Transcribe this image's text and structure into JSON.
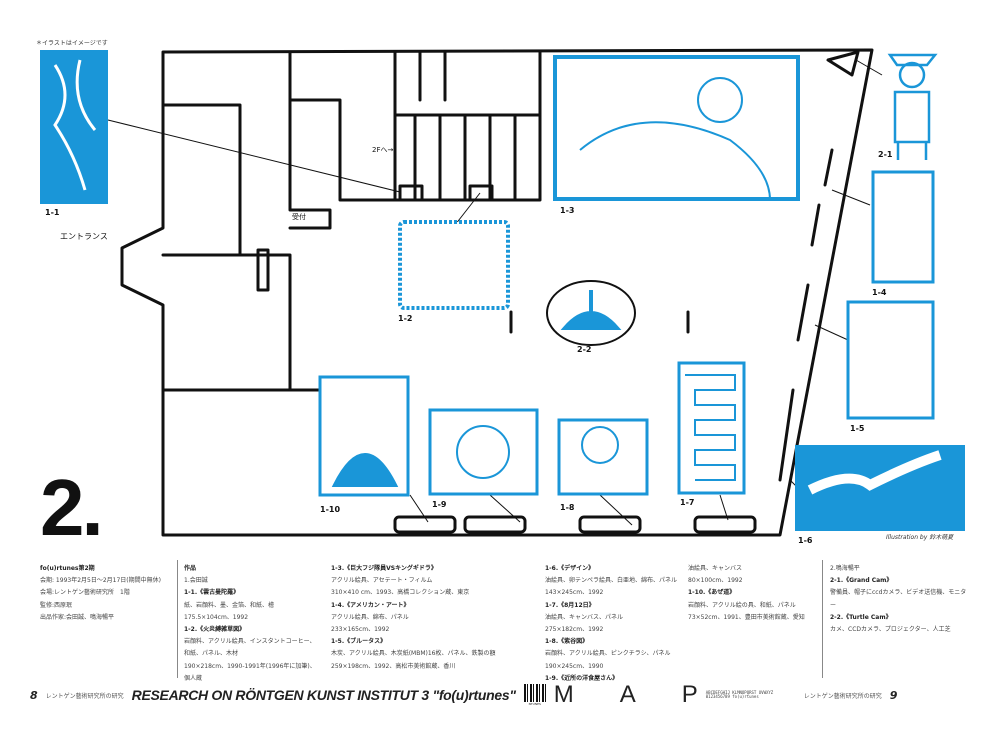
{
  "note": "＊イラストはイメージです",
  "map": {
    "labels": {
      "l11": "1-1",
      "l12": "1-2",
      "l13": "1-3",
      "l14": "1-4",
      "l15": "1-5",
      "l16": "1-6",
      "l17": "1-7",
      "l18": "1-8",
      "l19": "1-9",
      "l110": "1-10",
      "l21": "2-1",
      "l22": "2-2"
    },
    "entrance": "エントランス",
    "reception": "受付",
    "stairs": "2Fへ→",
    "accent": "#1a96d8"
  },
  "section_number": "2.",
  "credit": "Illustration by 鈴木萌夏",
  "info": {
    "title": "fo(u)rtunes第2期",
    "lines": [
      "会期: 1993年2月5日～2月17日(期間中無休)",
      "会場:レントゲン藝術研究所　1階",
      "監修:西原珉",
      "出品作家:会田誠、鳴海暢平"
    ]
  },
  "works": {
    "heading": "作品",
    "artist1": "1.会田誠",
    "items": [
      {
        "title": "1-1.《雲古曼陀羅》",
        "lines": [
          "紙、岩顔料、墨、金箔、和紙、檜",
          "175.5×104cm、1992"
        ]
      },
      {
        "title": "1-2.《火炎縛雑草図》",
        "lines": [
          "岩顔料、アクリル絵具、インスタントコーヒー、和紙、パネル、木材",
          "190×218cm、1990-1991年(1996年に加筆)、個人蔵"
        ]
      },
      {
        "title": "1-3.《巨大フジ隊員VSキングギドラ》",
        "lines": [
          "アクリル絵具、アセテート・フィルム",
          "310×410 cm、1993、高橋コレクション蔵、東京"
        ]
      },
      {
        "title": "1-4.《アメリカン・アート》",
        "lines": [
          "アクリル絵具、綿布、パネル",
          "233×165cm、1992"
        ]
      },
      {
        "title": "1-5.《ブルータス》",
        "lines": [
          "木炭、アクリル絵具、木炭紙(MBM)16枚、パネル、鉄製の額",
          "259×198cm、1992、高松市美術館蔵、香川"
        ]
      },
      {
        "title": "1-6.《デザイン》",
        "lines": [
          "油絵具、卵テンペラ絵具、白亜地、綿布、パネル",
          "143×245cm、1992"
        ]
      },
      {
        "title": "1-7.《8月12日》",
        "lines": [
          "油絵具、キャンバス、パネル",
          "275×182cm、1992"
        ]
      },
      {
        "title": "1-8.《紫谷図》",
        "lines": [
          "岩顔料、アクリル絵具、ピンクチラシ、パネル",
          "190×245cm、1990"
        ]
      },
      {
        "title": "1-9.《近所の洋食屋さん》",
        "lines": [
          "油絵具、キャンバス",
          "80×100cm、1992"
        ]
      },
      {
        "title": "1-10.《あぜ道》",
        "lines": [
          "岩顔料、アクリル絵の具、和紙、パネル",
          "73×52cm、1991、豊田市美術館蔵、愛知"
        ]
      }
    ],
    "artist2": "2.鳴海暢平",
    "items2": [
      {
        "title": "2-1.《Grand Cam》",
        "lines": [
          "警備員、帽子にccdカメラ、ビデオ送信機、モニター"
        ]
      },
      {
        "title": "2-2.《Turtle Cam》",
        "lines": [
          "カメ、CCDカメラ、プロジェクター、人工芝"
        ]
      }
    ]
  },
  "footer": {
    "page_left": "8",
    "page_right": "9",
    "section_left": "レントゲン藝術研究所の研究",
    "section_right": "レントゲン藝術研究所の研究",
    "title": "RESEARCH ON RÖNTGEN KUNST INSTITUT 3 \"fo(u)rtunes\"",
    "barcode_text": "NTUNES",
    "map_letters": [
      "M",
      "A",
      "P"
    ],
    "tiny_text": "ABCDEFGHIJ KLMNOPQRST UVWXYZ 0123456789 fo(u)rtunes"
  }
}
